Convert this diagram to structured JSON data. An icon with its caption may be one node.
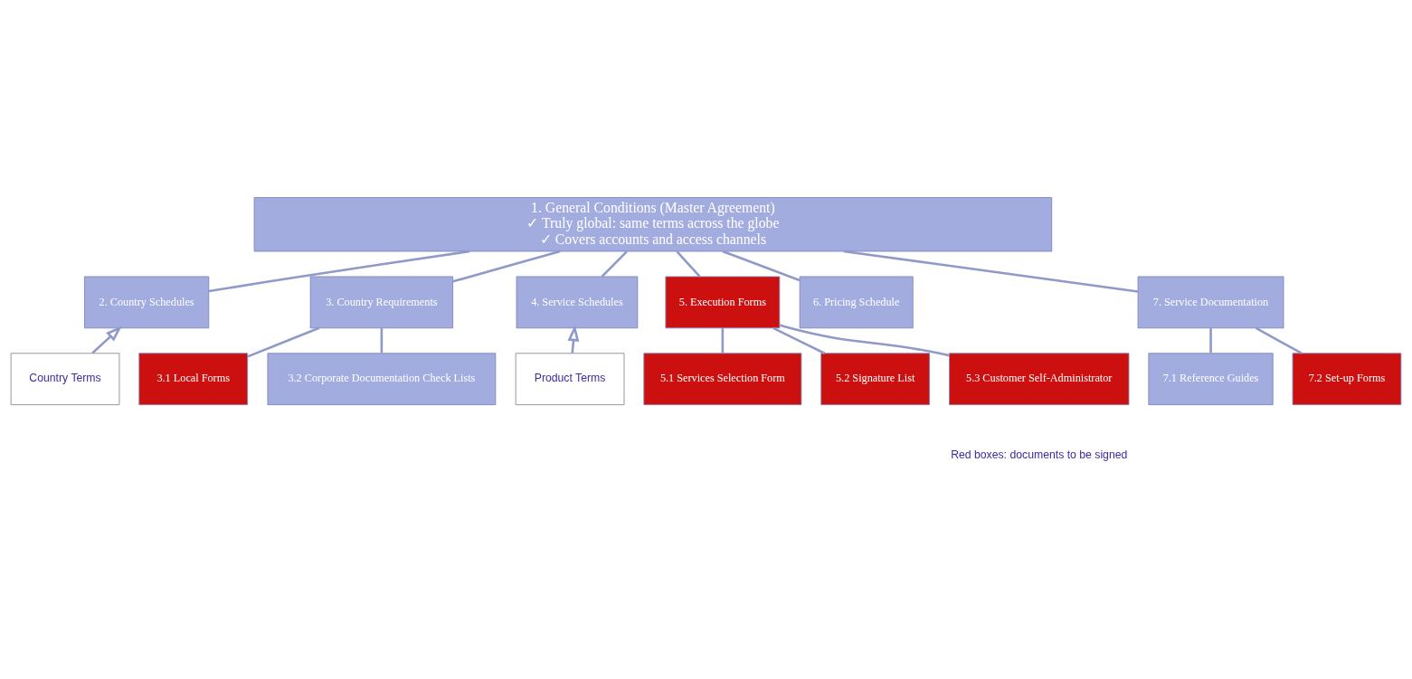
{
  "diagram": {
    "nodes": [
      {
        "text": [
          "1. General Conditions (Master Agreement)",
          "✓ Truly global: same terms across the globe",
          "✓ Covers accounts and access channels"
        ]
      },
      {
        "text": [
          "2. Country Schedules"
        ]
      },
      {
        "text": [
          "3. Country Requirements"
        ]
      },
      {
        "text": [
          "4. Service Schedules"
        ]
      },
      {
        "text": [
          "5. Execution Forms"
        ]
      },
      {
        "text": [
          "6. Pricing Schedule"
        ]
      },
      {
        "text": [
          "7. Service Documentation"
        ]
      },
      {
        "text": [
          "Country Terms"
        ]
      },
      {
        "text": [
          "3.1 Local Forms"
        ]
      },
      {
        "text": [
          "3.2 Corporate Documentation Check Lists"
        ]
      },
      {
        "text": [
          "Product Terms"
        ]
      },
      {
        "text": [
          "5.1 Services Selection Form"
        ]
      },
      {
        "text": [
          "5.2 Signature List"
        ]
      },
      {
        "text": [
          "5.3 Customer Self-Administrator"
        ]
      },
      {
        "text": [
          "7.1 Reference Guides"
        ]
      },
      {
        "text": [
          "7.2 Set-up Forms"
        ]
      }
    ],
    "edges": [
      {
        "from": 0,
        "to": 1,
        "arrow": "none"
      },
      {
        "from": 0,
        "to": 2,
        "arrow": "none"
      },
      {
        "from": 0,
        "to": 3,
        "arrow": "none"
      },
      {
        "from": 0,
        "to": 4,
        "arrow": "none"
      },
      {
        "from": 0,
        "to": 5,
        "arrow": "none"
      },
      {
        "from": 0,
        "to": 6,
        "arrow": "none"
      },
      {
        "from": 7,
        "to": 1,
        "arrow": "to"
      },
      {
        "from": 2,
        "to": 8,
        "arrow": "none"
      },
      {
        "from": 2,
        "to": 9,
        "arrow": "none"
      },
      {
        "from": 10,
        "to": 3,
        "arrow": "to"
      },
      {
        "from": 4,
        "to": 11,
        "arrow": "none"
      },
      {
        "from": 4,
        "to": 12,
        "arrow": "none"
      },
      {
        "from": 4,
        "to": 13,
        "arrow": "none"
      },
      {
        "from": 6,
        "to": 14,
        "arrow": "none"
      },
      {
        "from": 6,
        "to": 15,
        "arrow": "none"
      }
    ],
    "labels": [
      "Red boxes: documents to be signed"
    ]
  }
}
